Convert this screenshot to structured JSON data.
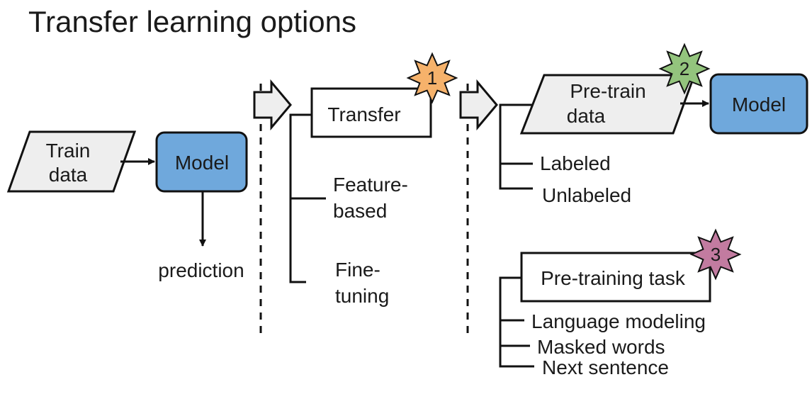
{
  "title": "Transfer learning options",
  "colors": {
    "model_fill": "#6fa8dc",
    "data_fill": "#eeeeee",
    "star_1": "#f6b26b",
    "star_2": "#93c47d",
    "star_3": "#c27ba0"
  },
  "left": {
    "train_data": [
      "Train",
      "data"
    ],
    "model": "Model",
    "prediction": "prediction"
  },
  "middle": {
    "transfer": "Transfer",
    "badge": "1",
    "feature_based": [
      "Feature-",
      "based"
    ],
    "fine_tuning": [
      "Fine-",
      "tuning"
    ]
  },
  "right": {
    "pretrain_data": [
      "Pre-train",
      "data"
    ],
    "badge_2": "2",
    "model": "Model",
    "labeled": "Labeled",
    "unlabeled": "Unlabeled",
    "pretraining_task": "Pre-training task",
    "badge_3": "3",
    "language_modeling": "Language modeling",
    "masked_words": "Masked words",
    "next_sentence": "Next sentence"
  }
}
